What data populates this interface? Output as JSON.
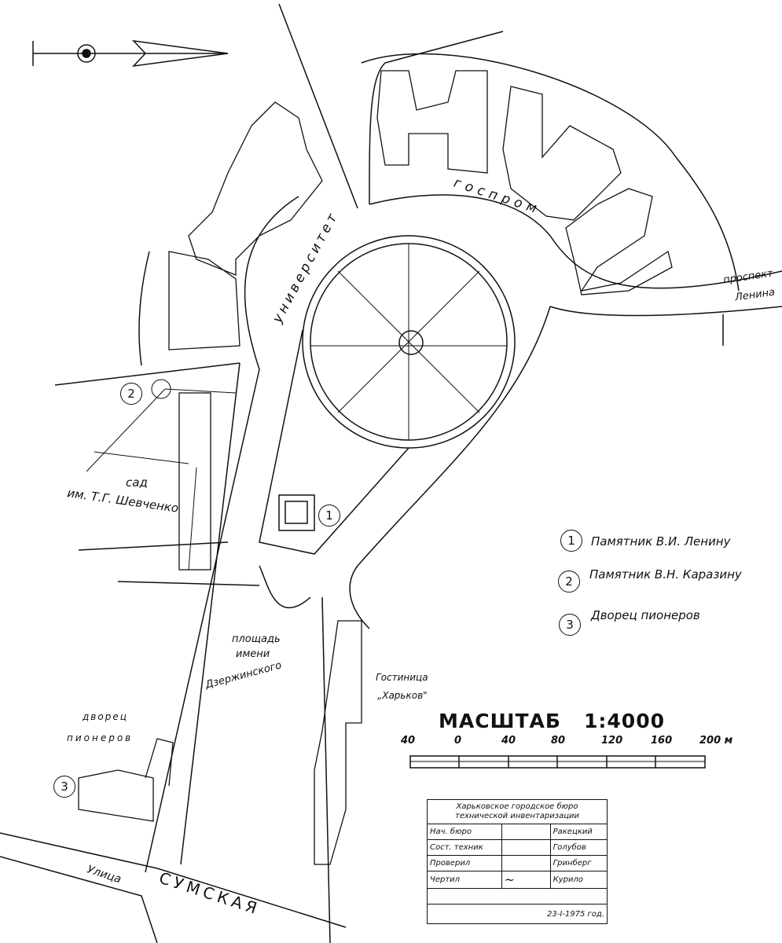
{
  "north_arrow": {
    "icon": "north-arrow-icon"
  },
  "streets": {
    "university": "университет",
    "gosprom": "госпром",
    "prospekt_line1": "проспект",
    "prospekt_line2": "Ленина",
    "sumskaya_prefix": "Улица",
    "sumskaya": "СУМСКАЯ"
  },
  "areas": {
    "garden_line1": "сад",
    "garden_line2": "им. Т.Г. Шевченко",
    "square_line1": "площадь",
    "square_line2": "имени",
    "square_line3": "Дзержинского",
    "hotel_line1": "Гостиница",
    "hotel_line2": "„Харьков\"",
    "palace_line1": "дворец",
    "palace_line2": "пионеров"
  },
  "markers": [
    "1",
    "2",
    "3"
  ],
  "legend": [
    {
      "num": "1",
      "text": "Памятник В.И. Ленину"
    },
    {
      "num": "2",
      "text": "Памятник В.Н. Каразину"
    },
    {
      "num": "3",
      "text": "Дворец пионеров"
    }
  ],
  "scale": {
    "title": "МАСШТАБ   1:4000",
    "ticks": [
      "40",
      "0",
      "40",
      "80",
      "120",
      "160",
      "200 м"
    ]
  },
  "title_block": {
    "org_line1": "Харьковское городское бюро",
    "org_line2": "технической инвентаризации",
    "rows": [
      {
        "role": "Нач. бюро",
        "name": "Ракецкий"
      },
      {
        "role": "Сост. техник",
        "name": "Голубов"
      },
      {
        "role": "Проверил",
        "name": "Гринберг"
      },
      {
        "role": "Чертил",
        "name": "Курило"
      }
    ],
    "date": "23-I-1975 год."
  }
}
